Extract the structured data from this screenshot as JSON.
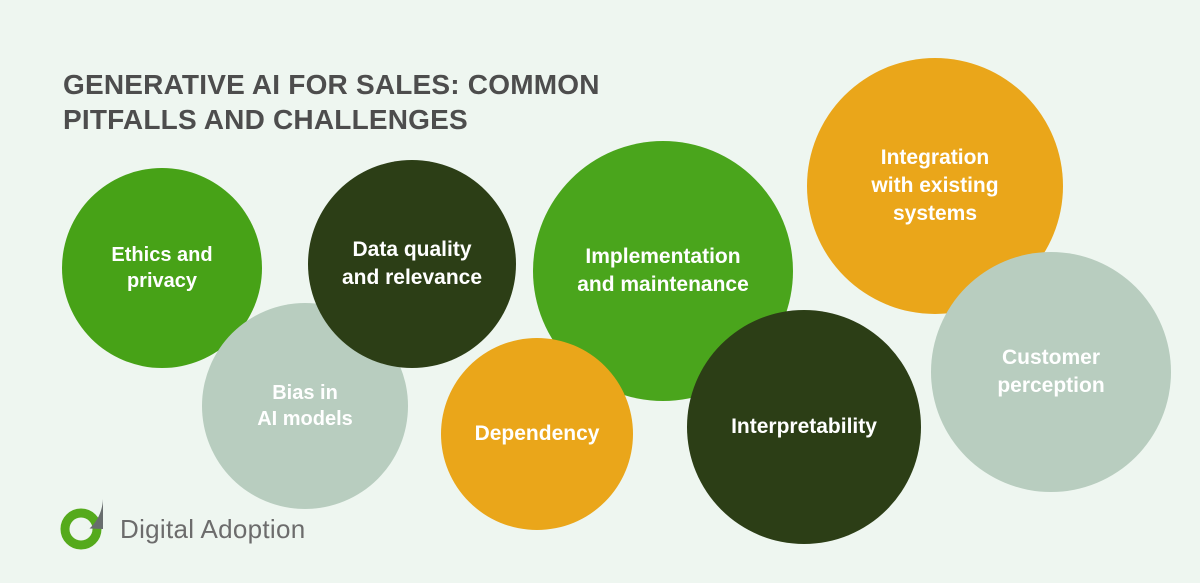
{
  "title": "GENERATIVE AI FOR SALES: COMMON\nPITFALLS AND CHALLENGES",
  "colors": {
    "background": "#eef6f0",
    "title_text": "#4d4d4d",
    "green": "#47a217",
    "dark_green": "#2c3e16",
    "orange": "#eaa61a",
    "sage": "#b8cdbf",
    "bubble_text": "#ffffff",
    "logo_text": "#6c6c6c",
    "logo_green": "#55aa1c",
    "logo_fin": "#686d6e"
  },
  "circles": [
    {
      "name": "ethics-privacy",
      "label": "Ethics and\nprivacy",
      "color": "#47a217",
      "text_color": "#ffffff"
    },
    {
      "name": "bias-in-ai-models",
      "label": "Bias in\nAI models",
      "color": "#b8cdbf",
      "text_color": "#ffffff"
    },
    {
      "name": "data-quality-relevance",
      "label": "Data quality\nand relevance",
      "color": "#2c3e16",
      "text_color": "#ffffff"
    },
    {
      "name": "implementation-maintenance",
      "label": "Implementation\nand maintenance",
      "color": "#4aa51c",
      "text_color": "#ffffff"
    },
    {
      "name": "dependency",
      "label": "Dependency",
      "color": "#eaa61a",
      "text_color": "#ffffff"
    },
    {
      "name": "interpretability",
      "label": "Interpretability",
      "color": "#2c3e16",
      "text_color": "#ffffff"
    },
    {
      "name": "integration-existing-systems",
      "label": "Integration\nwith existing\nsystems",
      "color": "#eaa61a",
      "text_color": "#ffffff"
    },
    {
      "name": "customer-perception",
      "label": "Customer\nperception",
      "color": "#b8cdbf",
      "text_color": "#ffffff"
    }
  ],
  "logo": {
    "text": "Digital Adoption",
    "icon": "digital-adoption-a-logo"
  }
}
